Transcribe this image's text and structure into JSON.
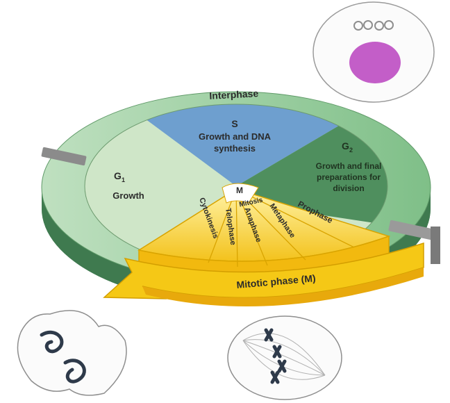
{
  "interphase": {
    "title": "Interphase",
    "s_phase": {
      "name": "S",
      "line1": "Growth and DNA",
      "line2": "synthesis"
    },
    "g1_phase": {
      "name": "G",
      "subscript": "1",
      "desc": "Growth"
    },
    "g2_phase": {
      "name": "G",
      "subscript": "2",
      "line1": "Growth and final",
      "line2": "preparations for",
      "line3": "division"
    }
  },
  "mitotic": {
    "center_letter": "M",
    "mitosis_label": "Mitosis",
    "stages": [
      "Cytokinesis",
      "Telophase",
      "Anaphase",
      "Metaphase",
      "Prophase"
    ],
    "arrow_label": "Mitotic phase (M)"
  },
  "colors": {
    "s_phase": "#6e9fcf",
    "g1_phase": "#cfe6c8",
    "g2_phase": "#4f8f5e",
    "ring": "#9fcfa3",
    "mitotic": "#f7d33a",
    "nucleus": "#c35ec8"
  }
}
